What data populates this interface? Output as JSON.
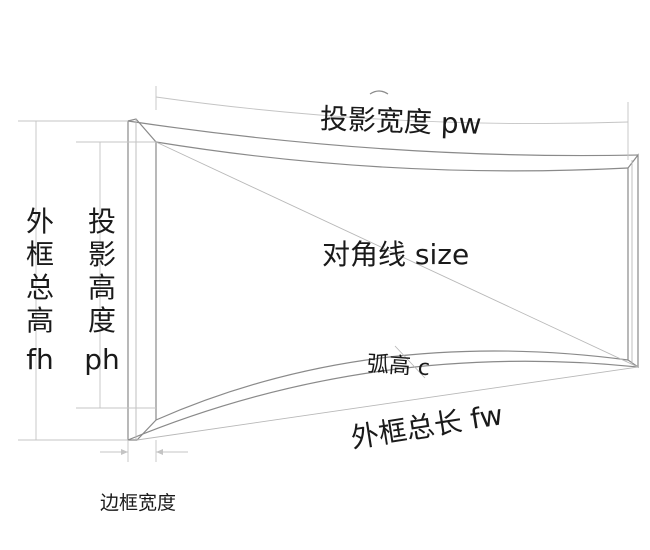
{
  "labels": {
    "pw": "投影宽度 pw",
    "diagonal": "对角线 size",
    "arc_height": "弧高 c",
    "fw": "外框总长 fw",
    "fh_chars": [
      "外",
      "框",
      "总",
      "高"
    ],
    "fh_code": "fh",
    "ph_chars": [
      "投",
      "影",
      "高",
      "度"
    ],
    "ph_code": "ph",
    "bezel_width": "边框宽度"
  }
}
